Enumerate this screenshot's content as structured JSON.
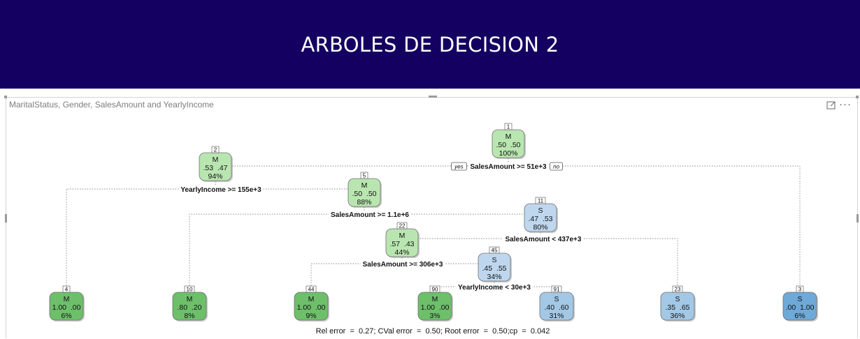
{
  "banner": {
    "title": "ARBOLES DE DECISION 2"
  },
  "visual": {
    "title": "MaritalStatus, Gender, SalesAmount and YearlyIncome",
    "focus_icon": "focus-mode-icon",
    "more_icon": "more-options-icon",
    "more_label": "···"
  },
  "tree": {
    "colors": {
      "M": "#b9e6b0",
      "S": "#bfd7ee",
      "M_leaf": "#6dbf6a",
      "S_leaf": "#a3c8e6",
      "S_leaf_strong": "#6ea9d8"
    },
    "nodes": [
      {
        "id": "1",
        "cls": "M",
        "probs": ".50  .50",
        "pct": "100%",
        "kind": "internal"
      },
      {
        "id": "2",
        "cls": "M",
        "probs": ".53  .47",
        "pct": "94%",
        "kind": "internal"
      },
      {
        "id": "5",
        "cls": "M",
        "probs": ".50  .50",
        "pct": "88%",
        "kind": "internal"
      },
      {
        "id": "11",
        "cls": "S",
        "probs": ".47  .53",
        "pct": "80%",
        "kind": "internal"
      },
      {
        "id": "22",
        "cls": "M",
        "probs": ".57  .43",
        "pct": "44%",
        "kind": "internal"
      },
      {
        "id": "45",
        "cls": "S",
        "probs": ".45  .55",
        "pct": "34%",
        "kind": "internal"
      },
      {
        "id": "4",
        "cls": "M",
        "probs": "1.00  .00",
        "pct": "6%",
        "kind": "leaf"
      },
      {
        "id": "10",
        "cls": "M",
        "probs": ".80  .20",
        "pct": "8%",
        "kind": "leaf"
      },
      {
        "id": "44",
        "cls": "M",
        "probs": "1.00  .00",
        "pct": "9%",
        "kind": "leaf"
      },
      {
        "id": "90",
        "cls": "M",
        "probs": "1.00  .00",
        "pct": "3%",
        "kind": "leaf"
      },
      {
        "id": "91",
        "cls": "S",
        "probs": ".40  .60",
        "pct": "31%",
        "kind": "leaf"
      },
      {
        "id": "23",
        "cls": "S",
        "probs": ".35  .65",
        "pct": "36%",
        "kind": "leaf"
      },
      {
        "id": "3",
        "cls": "S",
        "probs": ".00  1.00",
        "pct": "6%",
        "kind": "leaf_strong"
      }
    ],
    "splits": [
      {
        "parent": "1",
        "label": "SalesAmount >= 51e+3",
        "yes": "yes",
        "no": "no"
      },
      {
        "parent": "2",
        "label": "YearlyIncome >= 155e+3"
      },
      {
        "parent": "5",
        "label": "SalesAmount >= 1.1e+6"
      },
      {
        "parent": "11",
        "label": "SalesAmount < 437e+3"
      },
      {
        "parent": "22",
        "label": "SalesAmount >= 306e+3"
      },
      {
        "parent": "45",
        "label": "YearlyIncome < 30e+3"
      }
    ],
    "footer": "Rel error  =  0.27; CVal error  =  0.50; Root error  =  0.50;cp  =  0.042"
  }
}
